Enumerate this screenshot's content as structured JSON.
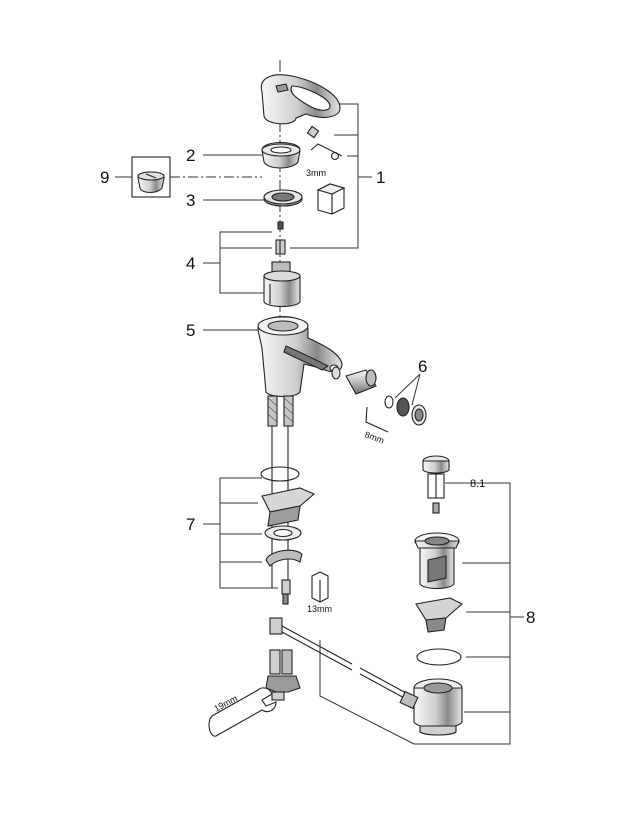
{
  "labels": {
    "l1": "1",
    "l2": "2",
    "l3": "3",
    "l4": "4",
    "l5": "5",
    "l6": "6",
    "l7": "7",
    "l8": "8",
    "l81": "8.1",
    "l9": "9"
  },
  "dims": {
    "d3mm": "3mm",
    "d8mm": "8mm",
    "d13mm": "13mm",
    "d19mm": "19mm"
  },
  "colors": {
    "line": "#333333",
    "fill_light": "#f2f2f2",
    "fill_mid": "#cfcfcf",
    "fill_dark": "#7a7a7a"
  }
}
